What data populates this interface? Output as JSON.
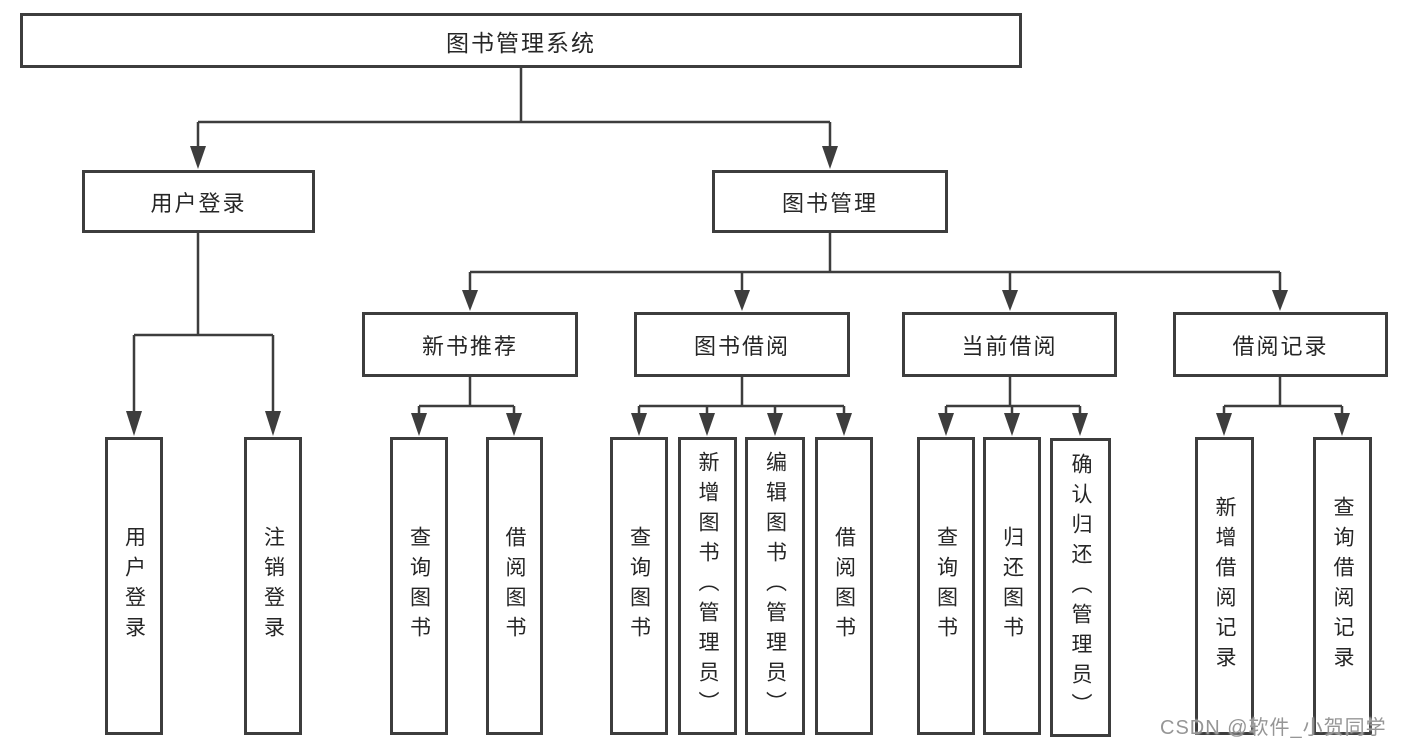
{
  "diagram": {
    "type": "hierarchy-tree",
    "colors": {
      "line": "#3d3d3d",
      "box_border": "#3d3d3d",
      "text": "#262626",
      "background": "#ffffff",
      "watermark": "#969696"
    },
    "tree": {
      "root": {
        "label": "图书管理系统",
        "children": [
          {
            "label": "用户登录",
            "children": [
              {
                "label": "用户登录"
              },
              {
                "label": "注销登录"
              }
            ]
          },
          {
            "label": "图书管理",
            "children": [
              {
                "label": "新书推荐",
                "children": [
                  {
                    "label": "查询图书"
                  },
                  {
                    "label": "借阅图书"
                  }
                ]
              },
              {
                "label": "图书借阅",
                "children": [
                  {
                    "label": "查询图书"
                  },
                  {
                    "label": "新增图书（管理员）"
                  },
                  {
                    "label": "编辑图书（管理员）"
                  },
                  {
                    "label": "借阅图书"
                  }
                ]
              },
              {
                "label": "当前借阅",
                "children": [
                  {
                    "label": "查询图书"
                  },
                  {
                    "label": "归还图书"
                  },
                  {
                    "label": "确认归还（管理员）"
                  }
                ]
              },
              {
                "label": "借阅记录",
                "children": [
                  {
                    "label": "新增借阅记录"
                  },
                  {
                    "label": "查询借阅记录"
                  }
                ]
              }
            ]
          }
        ]
      }
    }
  },
  "watermark": {
    "text": "CSDN @软件_小贺同学"
  }
}
